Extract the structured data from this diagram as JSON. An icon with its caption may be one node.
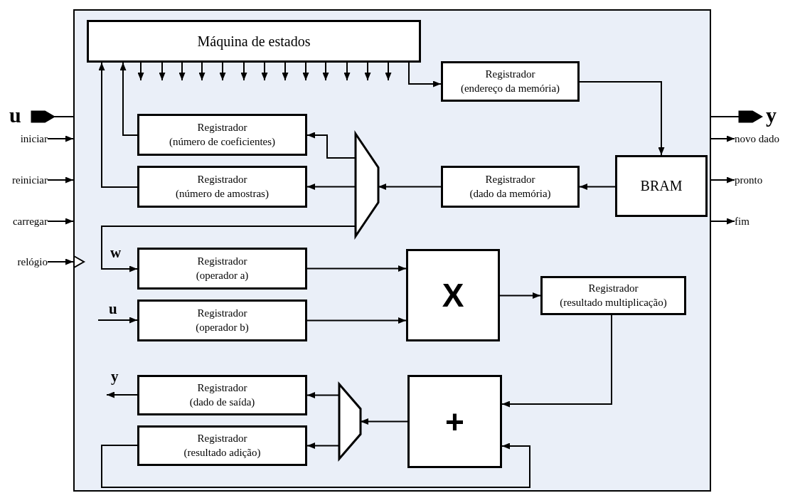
{
  "diagram": {
    "nodes": [
      {
        "text": [],
        "shape": "box"
      },
      {
        "text": [
          "Máquina de estados"
        ],
        "in": 0
      },
      {
        "text": [
          "Registrador",
          "(endereço da memória)"
        ],
        "in": 0
      },
      {
        "text": [
          "Registrador",
          "(número de coeficientes)"
        ],
        "in": 0
      },
      {
        "text": [
          "Registrador",
          "(número de amostras)"
        ],
        "in": 0
      },
      {
        "text": [],
        "shape": "trapezoid",
        "in": 0
      },
      {
        "text": [
          "Registrador",
          "(dado da memória)"
        ],
        "in": 0
      },
      {
        "text": [
          "BRAM"
        ],
        "in": 0
      },
      {
        "text": [
          "Registrador",
          "(operador a)"
        ],
        "in": 0
      },
      {
        "text": [
          "Registrador",
          "(operador b)"
        ],
        "in": 0
      },
      {
        "text": [
          "X"
        ],
        "in": 0
      },
      {
        "text": [
          "Registrador",
          "(resultado multiplicação)"
        ],
        "in": 0
      },
      {
        "text": [
          "Registrador",
          "(dado de saída)"
        ],
        "in": 0
      },
      {
        "text": [
          "Registrador",
          "(resultado adição)"
        ],
        "in": 0
      },
      {
        "text": [],
        "shape": "trapezoid",
        "in": 0
      },
      {
        "text": [
          "+"
        ],
        "in": 0
      },
      {
        "text": [],
        "shape": "pentagon",
        "beside": [
          "u"
        ]
      },
      {
        "text": [
          "iniciar"
        ]
      },
      {
        "text": [
          "reiniciar"
        ]
      },
      {
        "text": [
          "carregar"
        ]
      },
      {
        "text": [
          "relógio"
        ]
      },
      {
        "text": [],
        "shape": "pentagon",
        "beside": [
          "y"
        ]
      },
      {
        "text": [
          "novo dado"
        ]
      },
      {
        "text": [
          "pronto"
        ]
      },
      {
        "text": [
          "fim"
        ]
      }
    ],
    "edges": [
      {
        "from": 16,
        "to": 0,
        "arrow": "none"
      },
      {
        "from": 17,
        "to": 0,
        "arrow": "to"
      },
      {
        "from": 18,
        "to": 0,
        "arrow": "to"
      },
      {
        "from": 19,
        "to": 0,
        "arrow": "to"
      },
      {
        "from": 20,
        "to": 0,
        "arrow": "to"
      },
      {
        "from": 0,
        "to": 21,
        "arrow": "none"
      },
      {
        "from": 0,
        "to": 22,
        "arrow": "to"
      },
      {
        "from": 0,
        "to": 23,
        "arrow": "to"
      },
      {
        "from": 0,
        "to": 24,
        "arrow": "to"
      },
      {
        "from": 1,
        "to": null,
        "arrow": "to"
      },
      {
        "from": 1,
        "to": null,
        "arrow": "to"
      },
      {
        "from": 1,
        "to": null,
        "arrow": "to"
      },
      {
        "from": 1,
        "to": null,
        "arrow": "to"
      },
      {
        "from": 1,
        "to": null,
        "arrow": "to"
      },
      {
        "from": 1,
        "to": null,
        "arrow": "to"
      },
      {
        "from": 1,
        "to": null,
        "arrow": "to"
      },
      {
        "from": 1,
        "to": null,
        "arrow": "to"
      },
      {
        "from": 1,
        "to": null,
        "arrow": "to"
      },
      {
        "from": 1,
        "to": null,
        "arrow": "to"
      },
      {
        "from": 1,
        "to": null,
        "arrow": "to"
      },
      {
        "from": 1,
        "to": null,
        "arrow": "to"
      },
      {
        "from": 1,
        "to": null,
        "arrow": "to"
      },
      {
        "from": 1,
        "to": 2,
        "arrow": "to"
      },
      {
        "from": 2,
        "to": 7,
        "arrow": "to"
      },
      {
        "from": 7,
        "to": 6,
        "arrow": "to"
      },
      {
        "from": 6,
        "to": 5,
        "arrow": "to"
      },
      {
        "from": 5,
        "to": 3,
        "arrow": "to"
      },
      {
        "from": 5,
        "to": 4,
        "arrow": "to"
      },
      {
        "from": 5,
        "to": 8,
        "arrow": "to",
        "label": "w"
      },
      {
        "from": 3,
        "to": 1,
        "arrow": "to"
      },
      {
        "from": 4,
        "to": 1,
        "arrow": "to"
      },
      {
        "from": null,
        "to": 9,
        "arrow": "to",
        "label": "u"
      },
      {
        "from": 8,
        "to": 10,
        "arrow": "to"
      },
      {
        "from": 9,
        "to": 10,
        "arrow": "to"
      },
      {
        "from": 10,
        "to": 11,
        "arrow": "to"
      },
      {
        "from": 11,
        "to": 15,
        "arrow": "to"
      },
      {
        "from": 15,
        "to": 14,
        "arrow": "to"
      },
      {
        "from": 14,
        "to": 12,
        "arrow": "to"
      },
      {
        "from": 14,
        "to": 13,
        "arrow": "to"
      },
      {
        "from": 12,
        "to": null,
        "arrow": "to",
        "label": "y"
      },
      {
        "from": 13,
        "to": 15,
        "arrow": "to"
      }
    ]
  }
}
